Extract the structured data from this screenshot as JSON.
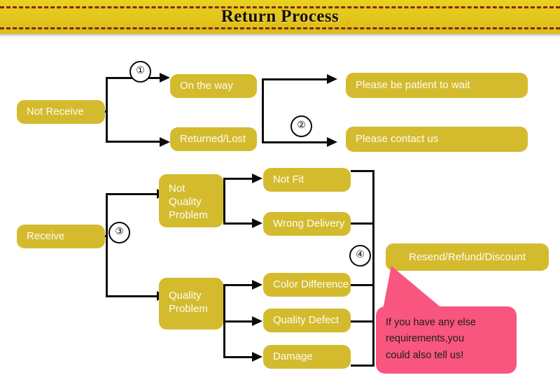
{
  "header": {
    "title": "Return Process",
    "band_color": "#E6C81E",
    "stitch_color": "#7A2A12"
  },
  "theme": {
    "node_color": "#D4BB2E",
    "node_text_color": "#FDFCF4",
    "line_color": "#0C0C0C",
    "callout_color": "#F9567F",
    "background": "#FFFFFF"
  },
  "nodes": {
    "not_receive": "Not Receive",
    "on_the_way": "On the way",
    "returned_lost": "Returned/Lost",
    "please_wait": "Please be patient to wait",
    "please_contact": "Please contact us",
    "receive": "Receive",
    "not_quality_problem_l1": "Not",
    "not_quality_problem_l2": "Quality",
    "not_quality_problem_l3": "Problem",
    "not_fit": "Not Fit",
    "wrong_delivery": "Wrong Delivery",
    "quality_problem_l1": "Quality",
    "quality_problem_l2": "Problem",
    "color_difference": "Color Difference",
    "quality_defect": "Quality Defect",
    "damage": "Damage",
    "resend_refund_discount": "Resend/Refund/Discount"
  },
  "badges": {
    "one": "①",
    "two": "②",
    "three": "③",
    "four": "④"
  },
  "callout": {
    "line1": "If you have any else",
    "line2": "requirements,you",
    "line3": "could also tell us!"
  }
}
